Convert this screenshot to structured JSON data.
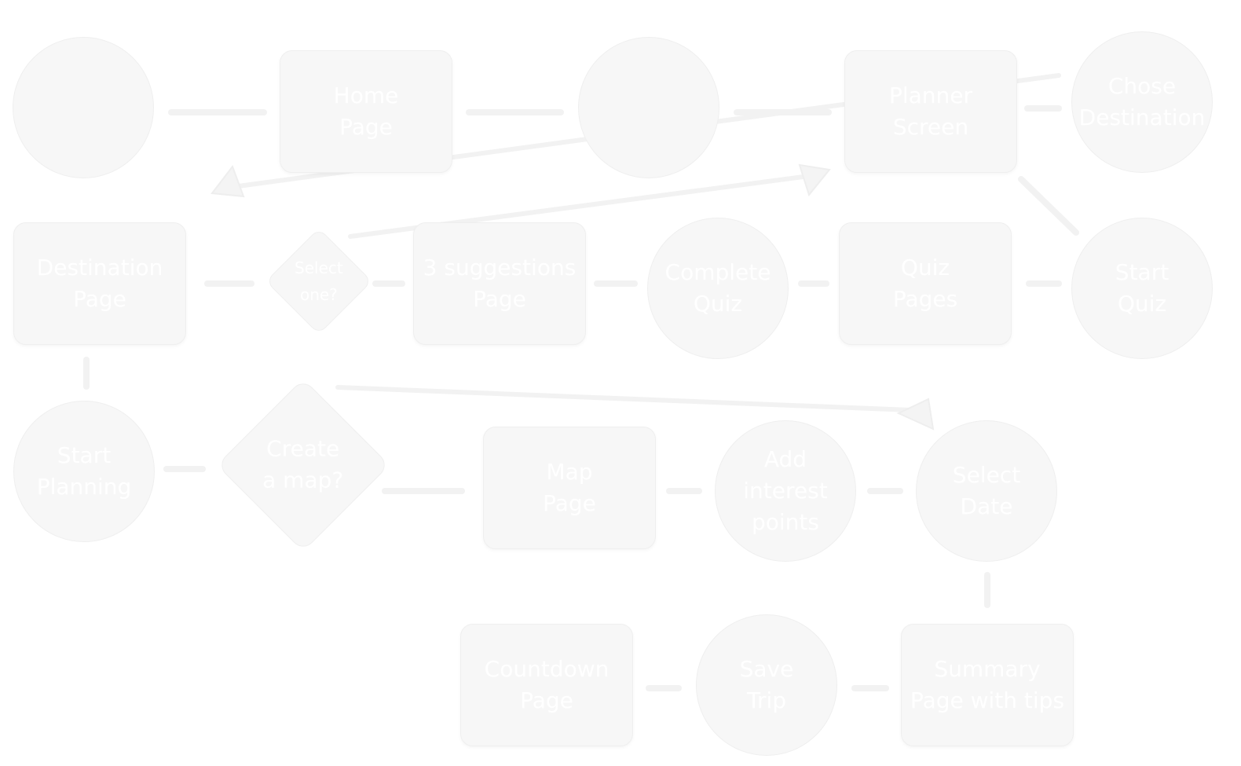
{
  "diagram": {
    "nodes": {
      "start": "",
      "home": "Home\nPage",
      "login": "",
      "planner": "Planner\nScreen",
      "chose_destination": "Chose\nDestination",
      "destination_page": "Destination\nPage",
      "select_one": "Select\none?",
      "suggestions": "3 suggestions\nPage",
      "complete_quiz": "Complete\nQuiz",
      "quiz_pages": "Quiz\nPages",
      "start_quiz": "Start\nQuiz",
      "start_planning": "Start\nPlanning",
      "create_map": "Create\na map?",
      "map_page": "Map\nPage",
      "add_interest": "Add\ninterest\npoints",
      "select_date": "Select\nDate",
      "summary": "Summary\nPage with tips",
      "save_trip": "Save\nTrip",
      "countdown": "Countdown\nPage"
    }
  }
}
